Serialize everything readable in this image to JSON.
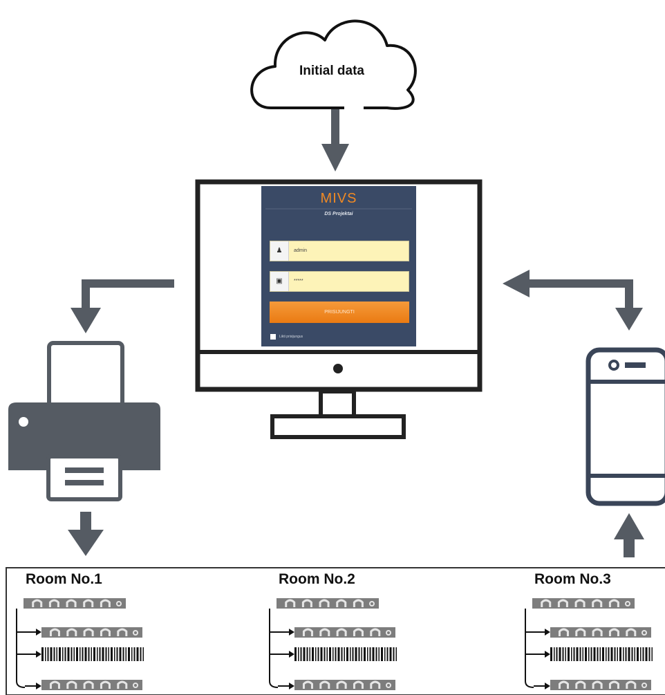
{
  "cloud": {
    "label": "Initial data"
  },
  "app": {
    "title": "MIVS",
    "subtitle": "DS Projektai",
    "username_value": "admin",
    "password_value": "*****",
    "login_button": "PRISIJUNGTI",
    "remember_label": "Likti prisijungus"
  },
  "rooms": [
    {
      "label": "Room No.1"
    },
    {
      "label": "Room No.2"
    },
    {
      "label": "Room No.3"
    }
  ],
  "icons": [
    "cloud-icon",
    "monitor-icon",
    "printer-icon",
    "smartphone-icon",
    "arrow-icon",
    "barcode-icon",
    "rfid-tag-icon"
  ],
  "colors": {
    "icon_gray": "#555b63",
    "screen_navy": "#3a4a66",
    "accent_orange": "#f08a24",
    "field_yellow": "#fdf3b8"
  }
}
